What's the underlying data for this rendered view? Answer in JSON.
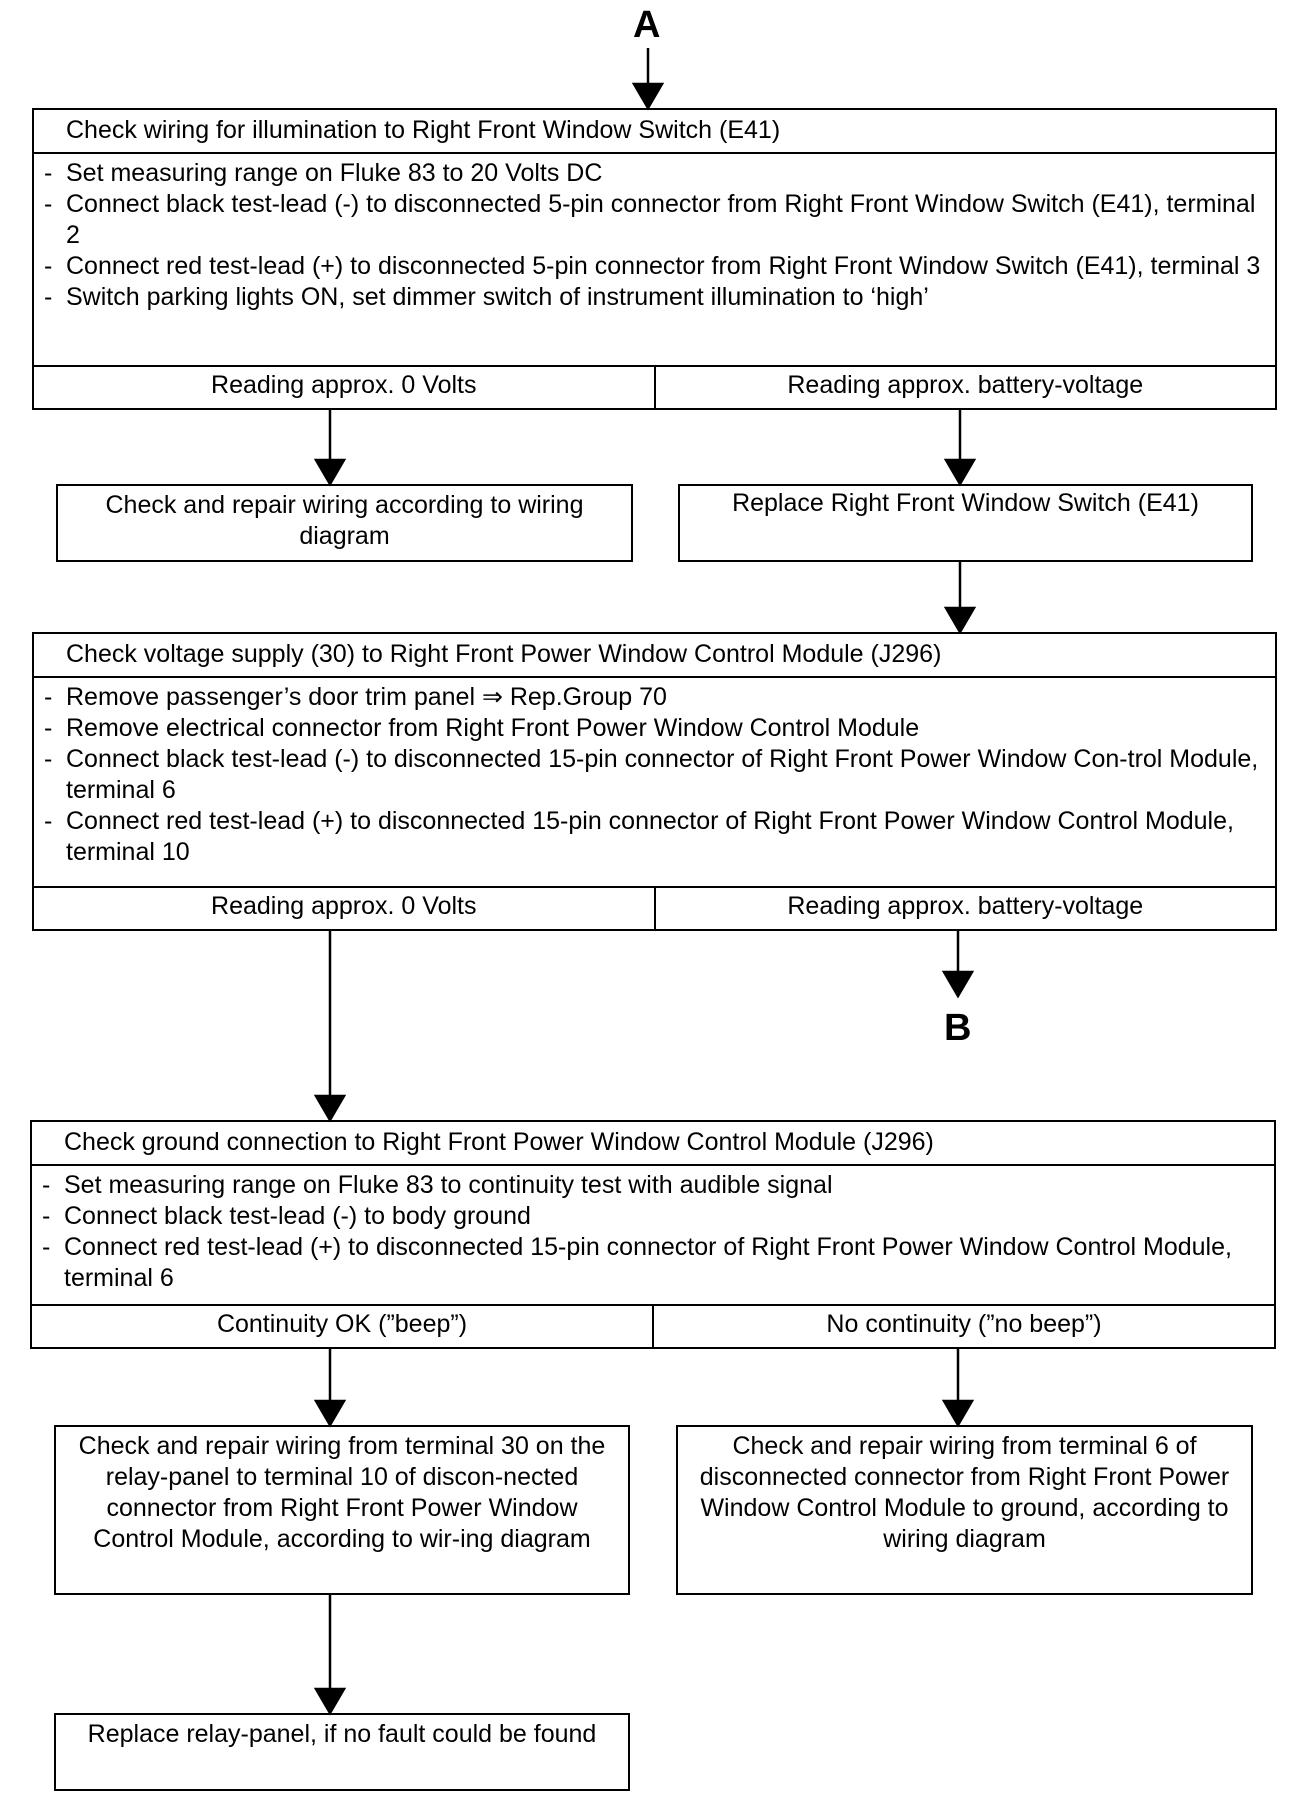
{
  "connectors": {
    "top": "A",
    "bottom": "B"
  },
  "box1": {
    "title": "Check wiring for illumination to Right Front Window Switch (E41)",
    "steps": [
      "Set measuring range on Fluke 83 to 20 Volts DC",
      "Connect black test-lead (-) to disconnected 5-pin connector from Right Front Window Switch (E41), terminal 2",
      "Connect red test-lead (+) to disconnected 5-pin connector from Right Front Window Switch (E41), terminal 3",
      "Switch parking lights ON, set dimmer switch of instrument illumination to ‘high’"
    ],
    "outcome_left": "Reading approx. 0 Volts",
    "outcome_right": "Reading approx. battery-voltage"
  },
  "leaf1_left": "Check and repair wiring according to wiring diagram",
  "leaf1_right": "Replace Right Front Window Switch (E41)",
  "box2": {
    "title": "Check voltage supply (30) to Right Front Power Window Control Module (J296)",
    "steps": [
      "Remove passenger’s door trim panel ⇒ Rep.Group 70",
      "Remove electrical connector from Right Front Power Window Control Module",
      "Connect black test-lead (-) to disconnected 15-pin connector of Right Front Power Window Con-trol Module, terminal 6",
      "Connect red test-lead (+) to disconnected 15-pin connector of Right Front Power Window Control Module, terminal 10"
    ],
    "outcome_left": "Reading approx. 0 Volts",
    "outcome_right": "Reading approx. battery-voltage"
  },
  "box3": {
    "title": "Check ground connection to Right Front Power Window Control Module (J296)",
    "steps": [
      "Set measuring range on Fluke 83 to continuity test with audible signal",
      "Connect black test-lead (-) to body ground",
      "Connect red test-lead (+) to disconnected 15-pin connector of Right Front Power Window Control Module, terminal 6"
    ],
    "outcome_left": "Continuity OK (”beep”)",
    "outcome_right": "No continuity (”no beep”)"
  },
  "leaf3_left": "Check and repair wiring from terminal 30 on the relay-panel to terminal 10 of discon-nected connector from Right Front Power Window Control Module, according to wir-ing diagram",
  "leaf3_right": "Check and repair wiring from terminal 6 of disconnected connector from Right Front Power Window Control Module to ground, according to wiring diagram",
  "leaf_final": "Replace relay-panel, if no fault could be found"
}
